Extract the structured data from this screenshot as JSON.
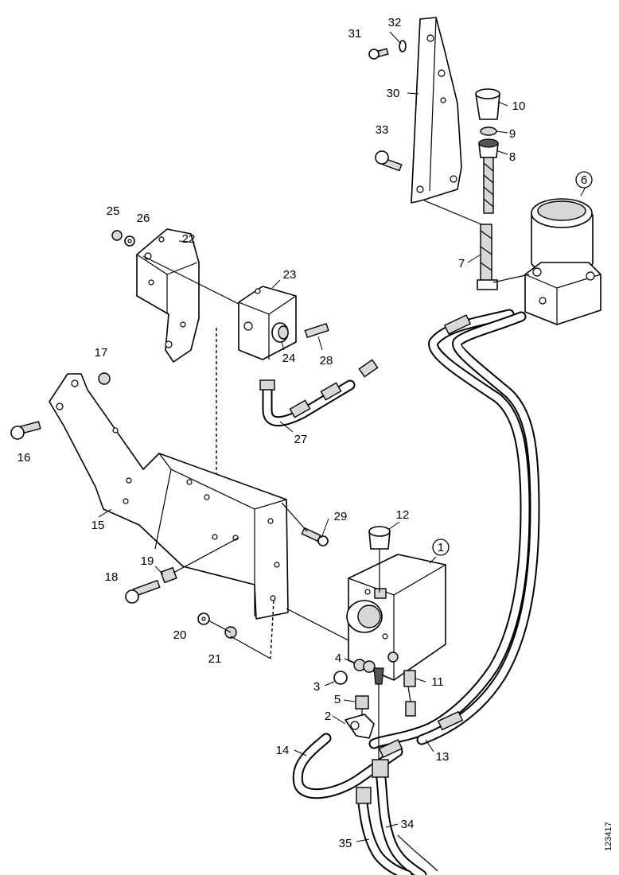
{
  "figure": {
    "reference_code": "123417",
    "callouts": [
      {
        "id": "1",
        "text": "1",
        "circled": true
      },
      {
        "id": "2",
        "text": "2"
      },
      {
        "id": "3",
        "text": "3"
      },
      {
        "id": "4",
        "text": "4"
      },
      {
        "id": "5",
        "text": "5"
      },
      {
        "id": "6",
        "text": "6",
        "circled": true
      },
      {
        "id": "7",
        "text": "7"
      },
      {
        "id": "8",
        "text": "8"
      },
      {
        "id": "9",
        "text": "9"
      },
      {
        "id": "10",
        "text": "10"
      },
      {
        "id": "11",
        "text": "11"
      },
      {
        "id": "12",
        "text": "12"
      },
      {
        "id": "13",
        "text": "13"
      },
      {
        "id": "14",
        "text": "14"
      },
      {
        "id": "15",
        "text": "15"
      },
      {
        "id": "16",
        "text": "16"
      },
      {
        "id": "17",
        "text": "17"
      },
      {
        "id": "18",
        "text": "18"
      },
      {
        "id": "19",
        "text": "19"
      },
      {
        "id": "20",
        "text": "20"
      },
      {
        "id": "21",
        "text": "21"
      },
      {
        "id": "22",
        "text": "22"
      },
      {
        "id": "23",
        "text": "23"
      },
      {
        "id": "24",
        "text": "24"
      },
      {
        "id": "25",
        "text": "25"
      },
      {
        "id": "26",
        "text": "26"
      },
      {
        "id": "27",
        "text": "27"
      },
      {
        "id": "28",
        "text": "28"
      },
      {
        "id": "29",
        "text": "29"
      },
      {
        "id": "30",
        "text": "30"
      },
      {
        "id": "31",
        "text": "31"
      },
      {
        "id": "32",
        "text": "32"
      },
      {
        "id": "33",
        "text": "33"
      },
      {
        "id": "34",
        "text": "34"
      },
      {
        "id": "35",
        "text": "35"
      }
    ]
  }
}
